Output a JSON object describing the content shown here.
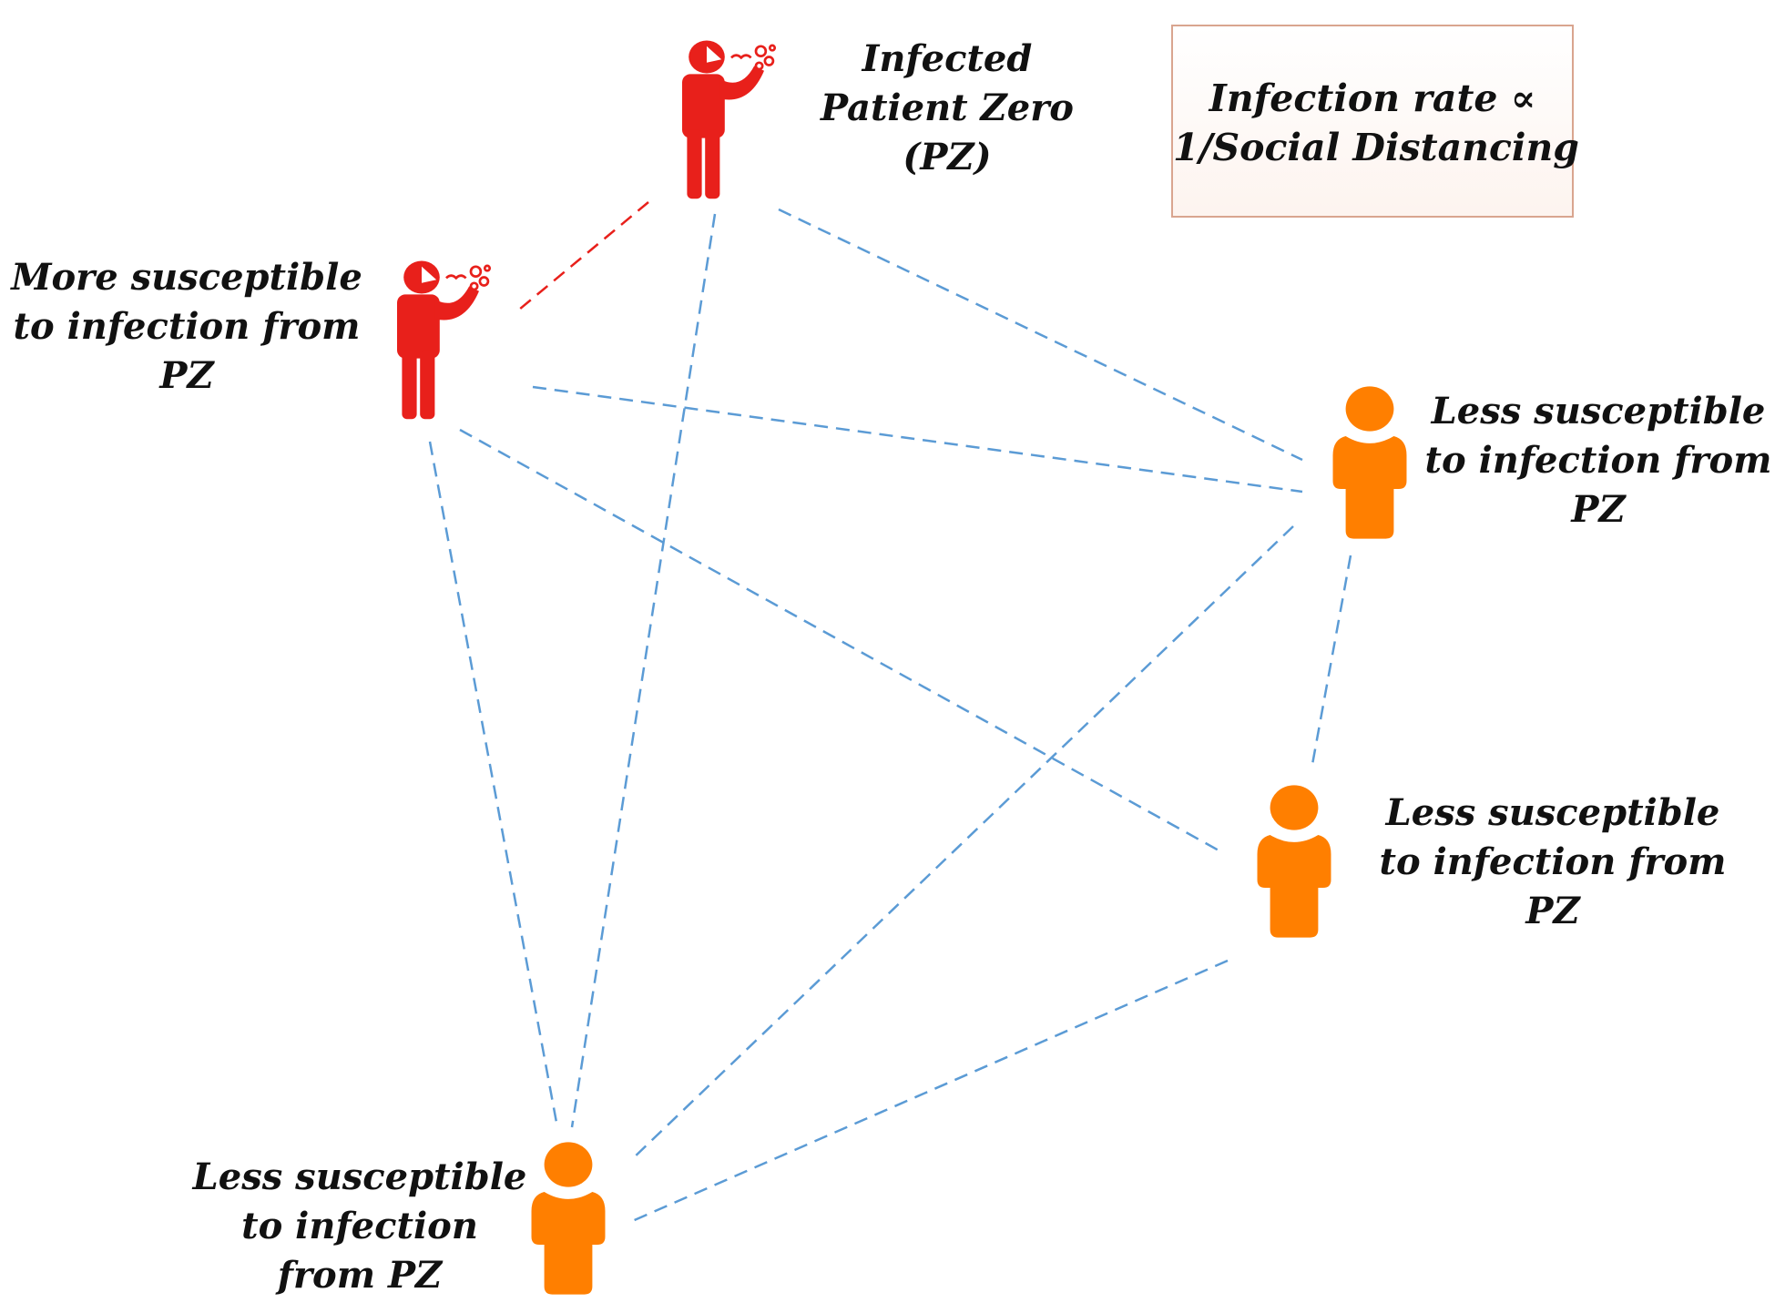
{
  "nodes": [
    {
      "id": "patient-zero",
      "status": "infected",
      "color": "#e8201b",
      "label": [
        "Infected",
        "Patient Zero",
        "(PZ)"
      ]
    },
    {
      "id": "more-susceptible",
      "status": "infected",
      "color": "#e8201b",
      "label": [
        "More susceptible",
        "to infection from",
        "PZ"
      ]
    },
    {
      "id": "less-susceptible-right",
      "status": "healthy",
      "color": "#ff7f00",
      "label": [
        "Less susceptible",
        "to infection from",
        "PZ"
      ]
    },
    {
      "id": "less-susceptible-middle",
      "status": "healthy",
      "color": "#ff7f00",
      "label": [
        "Less susceptible",
        "to infection from",
        "PZ"
      ]
    },
    {
      "id": "less-susceptible-bottom",
      "status": "healthy",
      "color": "#ff7f00",
      "label": [
        "Less susceptible",
        "to infection",
        "from PZ"
      ]
    }
  ],
  "formula": {
    "line1": "Infection rate ∝",
    "line2": "1/Social Distancing"
  },
  "edges": [
    {
      "from": "patient-zero",
      "to": "more-susceptible",
      "color": "#e8201b"
    },
    {
      "from": "patient-zero",
      "to": "less-susceptible-bottom",
      "color": "#5b9bd5"
    },
    {
      "from": "patient-zero",
      "to": "less-susceptible-right",
      "color": "#5b9bd5"
    },
    {
      "from": "more-susceptible",
      "to": "less-susceptible-right",
      "color": "#5b9bd5"
    },
    {
      "from": "more-susceptible",
      "to": "less-susceptible-bottom",
      "color": "#5b9bd5"
    },
    {
      "from": "more-susceptible",
      "to": "less-susceptible-middle",
      "color": "#5b9bd5"
    },
    {
      "from": "less-susceptible-right",
      "to": "less-susceptible-bottom",
      "color": "#5b9bd5"
    },
    {
      "from": "less-susceptible-right",
      "to": "less-susceptible-middle",
      "color": "#5b9bd5"
    },
    {
      "from": "less-susceptible-middle",
      "to": "less-susceptible-bottom",
      "color": "#5b9bd5"
    }
  ],
  "icons": {
    "infected": "coughing-person-icon",
    "healthy": "person-icon"
  }
}
